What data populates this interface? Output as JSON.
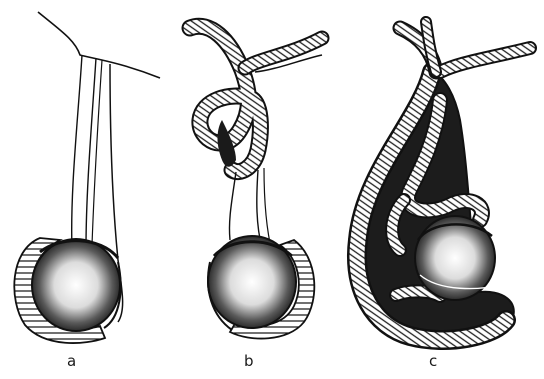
{
  "panels": [
    {
      "id": "a",
      "label": "a"
    },
    {
      "id": "b",
      "label": "b"
    },
    {
      "id": "c",
      "label": "c"
    }
  ],
  "colors": {
    "ink": "#111111",
    "paper": "#ffffff",
    "shade": "#2a2a2a"
  }
}
